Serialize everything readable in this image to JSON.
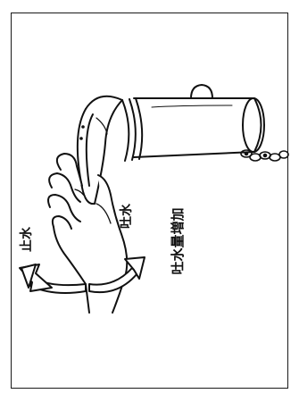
{
  "labels": {
    "stop_water": "止水",
    "spout_water": "吐水",
    "increase_flow": "吐水量増加"
  },
  "icons": {
    "faucet": "faucet-spout-icon",
    "hand": "hand-icon",
    "arrow_left": "curved-arrow-left-icon",
    "arrow_right": "curved-arrow-right-icon",
    "chain": "chain-icon"
  }
}
